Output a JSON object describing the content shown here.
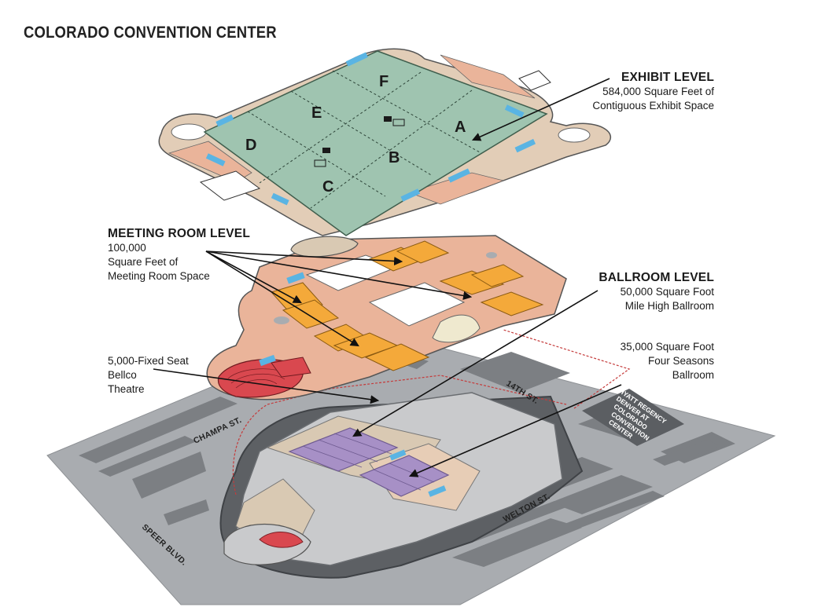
{
  "title": "COLORADO CONVENTION CENTER",
  "exhibit": {
    "heading": "EXHIBIT LEVEL",
    "line1": "584,000 Square Feet of",
    "line2": "Contiguous Exhibit Space",
    "halls": [
      "A",
      "B",
      "C",
      "D",
      "E",
      "F"
    ]
  },
  "meeting": {
    "heading": "MEETING ROOM LEVEL",
    "line1": "100,000",
    "line2": "Square Feet of",
    "line3": "Meeting Room Space"
  },
  "ballroom": {
    "heading": "BALLROOM LEVEL",
    "line1": "50,000 Square Foot",
    "line2": "Mile High Ballroom",
    "four_seasons_1": "35,000 Square Foot",
    "four_seasons_2": "Four Seasons",
    "four_seasons_3": "Ballroom"
  },
  "theatre": {
    "line1": "5,000-Fixed Seat",
    "line2": "Bellco",
    "line3": "Theatre"
  },
  "streets": {
    "champa": "CHAMPA ST.",
    "fourteenth": "14TH ST.",
    "welton": "WELTON ST.",
    "speer": "SPEER BLVD."
  },
  "hyatt": [
    "HYATT REGENCY",
    "DENVER AT",
    "COLORADO",
    "CONVENTION",
    "CENTER"
  ],
  "colors": {
    "exhibit_floor": "#9fc4b0",
    "concourse": "#eab49a",
    "meeting_rooms": "#f4a93a",
    "ballroom": "#a790c6",
    "theatre": "#d9484f",
    "street_grid": "#a9acb0",
    "blocks": "#777a7e",
    "service": "#5ab4e3"
  }
}
